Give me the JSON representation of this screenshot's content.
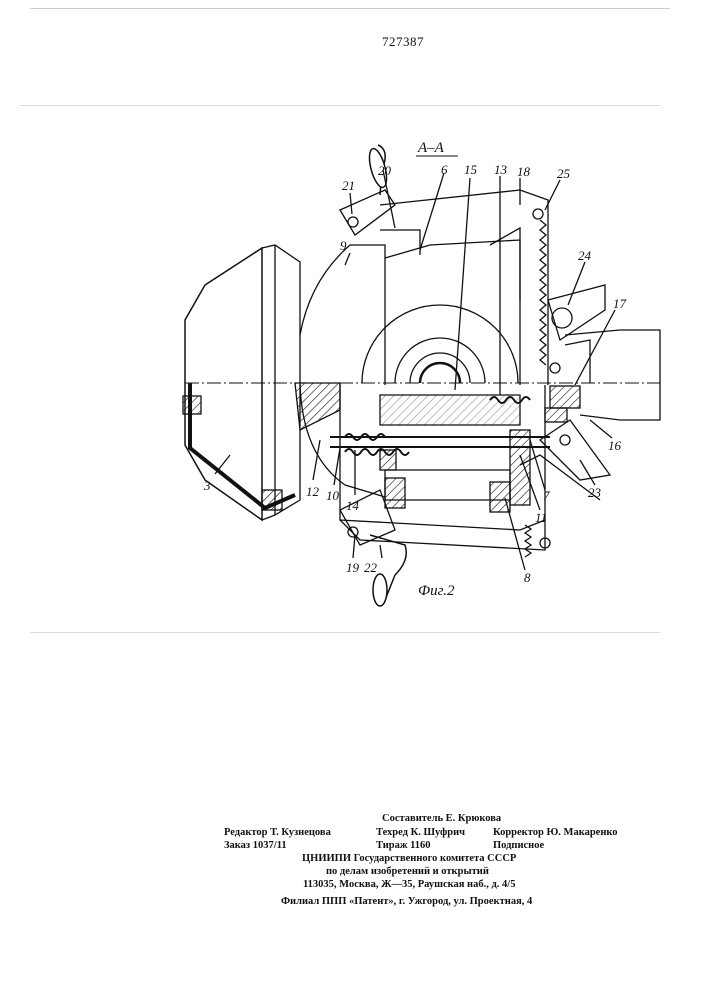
{
  "patent_number": "727387",
  "figure": {
    "section_label": "А–А",
    "caption": "Фиг.2",
    "callouts": [
      "21",
      "20",
      "6",
      "15",
      "13",
      "18",
      "25",
      "24",
      "17",
      "9",
      "3",
      "12",
      "10",
      "14",
      "19",
      "22",
      "8",
      "11",
      "7",
      "23",
      "16"
    ]
  },
  "imprint": {
    "compiler": "Составитель Е. Крюкова",
    "editor": "Редактор Т. Кузнецова",
    "techred": "Техред К. Шуфрич",
    "corrector": "Корректор Ю. Макаренко",
    "order": "Заказ 1037/11",
    "circulation": "Тираж 1160",
    "subscription": "Подписное",
    "org_line1": "ЦНИИПИ Государственного комитета СССР",
    "org_line2": "по делам изобретений и открытий",
    "org_line3": "113035, Москва, Ж—35, Раушская наб., д. 4/5",
    "branch": "Филиал ППП «Патент», г. Ужгород, ул. Проектная, 4"
  }
}
